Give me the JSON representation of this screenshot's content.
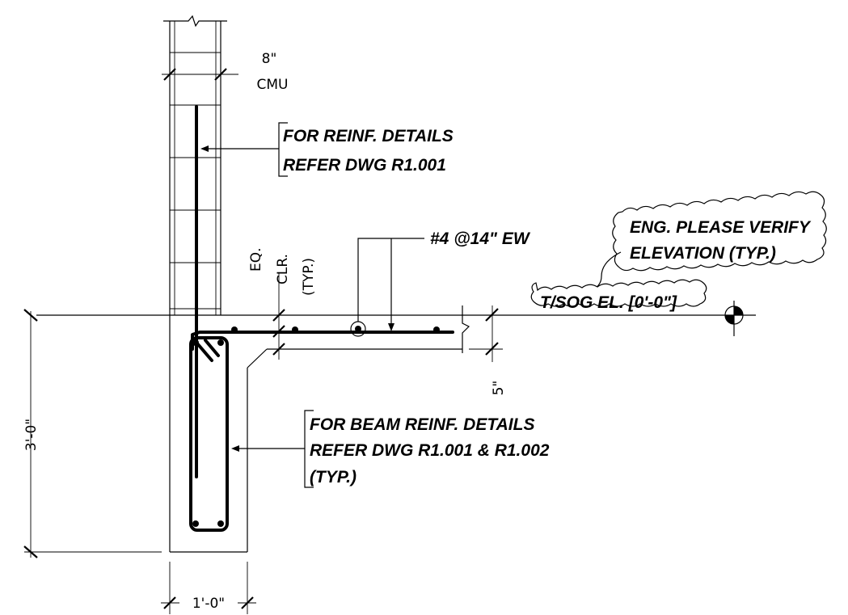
{
  "notes": {
    "wall_reinf_line1": "FOR REINF. DETAILS",
    "wall_reinf_line2": "REFER DWG R1.001",
    "slab_rebar": "#4 @14\" EW",
    "beam_reinf_line1": "FOR BEAM REINF. DETAILS",
    "beam_reinf_line2": "REFER DWG R1.001 & R1.002",
    "beam_reinf_line3": "(TYP.)",
    "revision_cloud_line1": "ENG. PLEASE VERIFY",
    "revision_cloud_line2": "ELEVATION (TYP.)",
    "sog_elevation": "T/SOG EL. [0'-0\"]"
  },
  "dimensions": {
    "cmu_size": "8\"",
    "cmu_label": "CMU",
    "clearance_line1": "EQ.",
    "clearance_line2": "CLR.",
    "clearance_line3": "(TYP.)",
    "slab_thickness": "5\"",
    "beam_depth": "3'-0\"",
    "beam_width": "1'-0\""
  },
  "colors": {
    "line": "#000000",
    "background": "#ffffff"
  }
}
